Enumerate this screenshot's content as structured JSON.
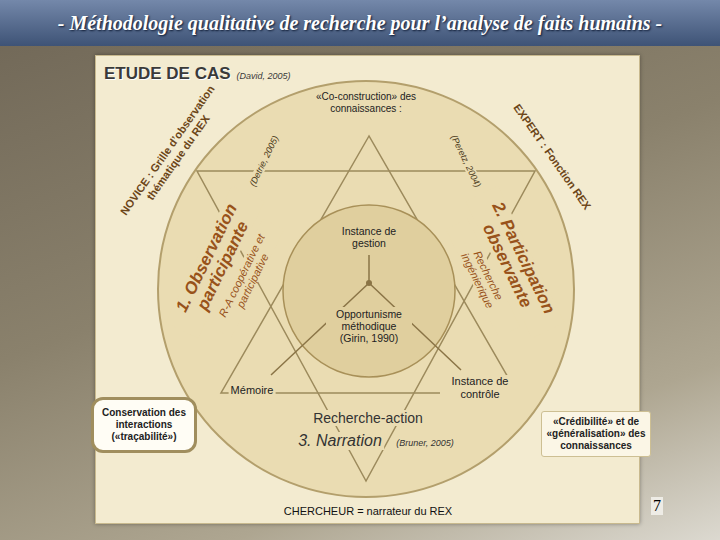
{
  "diagram": {
    "title": "- Méthodologie qualitative de recherche pour l’analyse de faits humains -",
    "nodes": [
      {
        "text": [
          "ETUDE DE CAS",
          "(David, 2005)"
        ]
      },
      {
        "text": [
          "«Co-construction» des connaissances :"
        ],
        "in": 0
      },
      {
        "text": [
          "Instance de gestion",
          "Opportunisme méthodique (Girin, 1990)"
        ],
        "in": 1
      },
      {
        "text": [
          "Conservation des interactions («traçabilité»)"
        ],
        "in": 0
      },
      {
        "text": [
          "«Crédibilité» et de «généralisation» des connaissances"
        ],
        "in": 0
      }
    ],
    "labels": [
      "NOVICE : Grille d’observation thématique du REX",
      "EXPERT : Fonction REX",
      "1. Observation participante",
      "(Detrie, 2005)",
      "R-A coopérative et participative",
      "2. Participation observante",
      "(Peretz, 2004)",
      "Recherche ingénierique",
      "Mémoire",
      "Instance de contrôle",
      "Recherche-action",
      "3. Narration",
      "(Bruner, 2005)",
      "CHERCHEUR = narrateur du REX",
      "7"
    ]
  }
}
